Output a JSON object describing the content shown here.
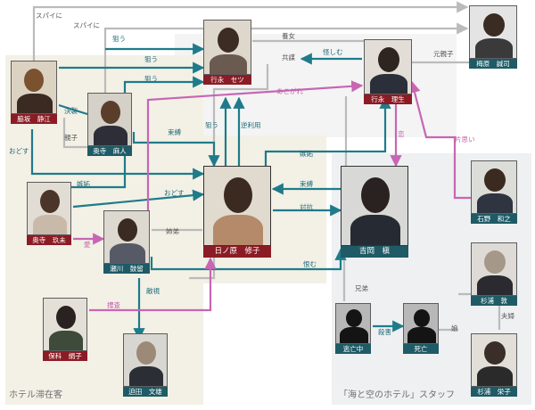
{
  "colors": {
    "teal": "#1f7b8a",
    "pink": "#c766b3",
    "gray": "#bbbbbb",
    "name_red": "#8b1c25",
    "name_teal": "#1e5b66",
    "label_teal": "#1f6a78",
    "label_pink": "#c060a8",
    "label_gray": "#555555"
  },
  "zones": {
    "guests": "ホテル滞在客",
    "staff": "「海と空のホテル」スタッフ"
  },
  "people": {
    "wakisaka": "脇坂　静江",
    "okudera_asato": "奥寺　麻人",
    "okudera_kumi": "奥寺　玖未",
    "segawa": "瀬川　鼓留",
    "hosina": "保科　絹子",
    "sakoda": "迫田　文雄",
    "setsu": "行永　セツ",
    "hinohara": "日ノ原　修子",
    "rio": "行永　理生",
    "umehara": "梅原　誠司",
    "yoshioka": "吉岡　槇",
    "ishino": "石野　和之",
    "sugiura_atsushi": "杉浦　敦",
    "sugiura_eiko": "杉浦　栄子",
    "escapee": "逃亡中",
    "dead": "死亡"
  },
  "relations": {
    "spy1": "スパイに",
    "spy2": "スパイに",
    "aim1": "狙う",
    "aim2": "狙う",
    "aim3": "狙う",
    "aim4": "狙う",
    "adopted": "養女",
    "collusion": "共謀",
    "suspicious": "怪しむ",
    "ex_adopted_son": "元親子",
    "longing": "あこがれ",
    "showdown": "決裂",
    "parent_child": "親子",
    "threaten1": "おどす",
    "threaten2": "おどす",
    "restrain1": "束縛",
    "restrain2": "束縛",
    "exploit": "逆利用",
    "love": "恋",
    "one_sided_love": "片思い",
    "jealousy1": "嫉妬",
    "jealousy2": "嫉妬",
    "rivalry": "対抗",
    "siblings": "姉弟",
    "love2": "愛",
    "grudge": "恨む",
    "hostility": "敵視",
    "investigate": "捜査",
    "brothers": "兄弟",
    "murder": "殺害",
    "married": "夫婦",
    "daughter": "娘"
  }
}
